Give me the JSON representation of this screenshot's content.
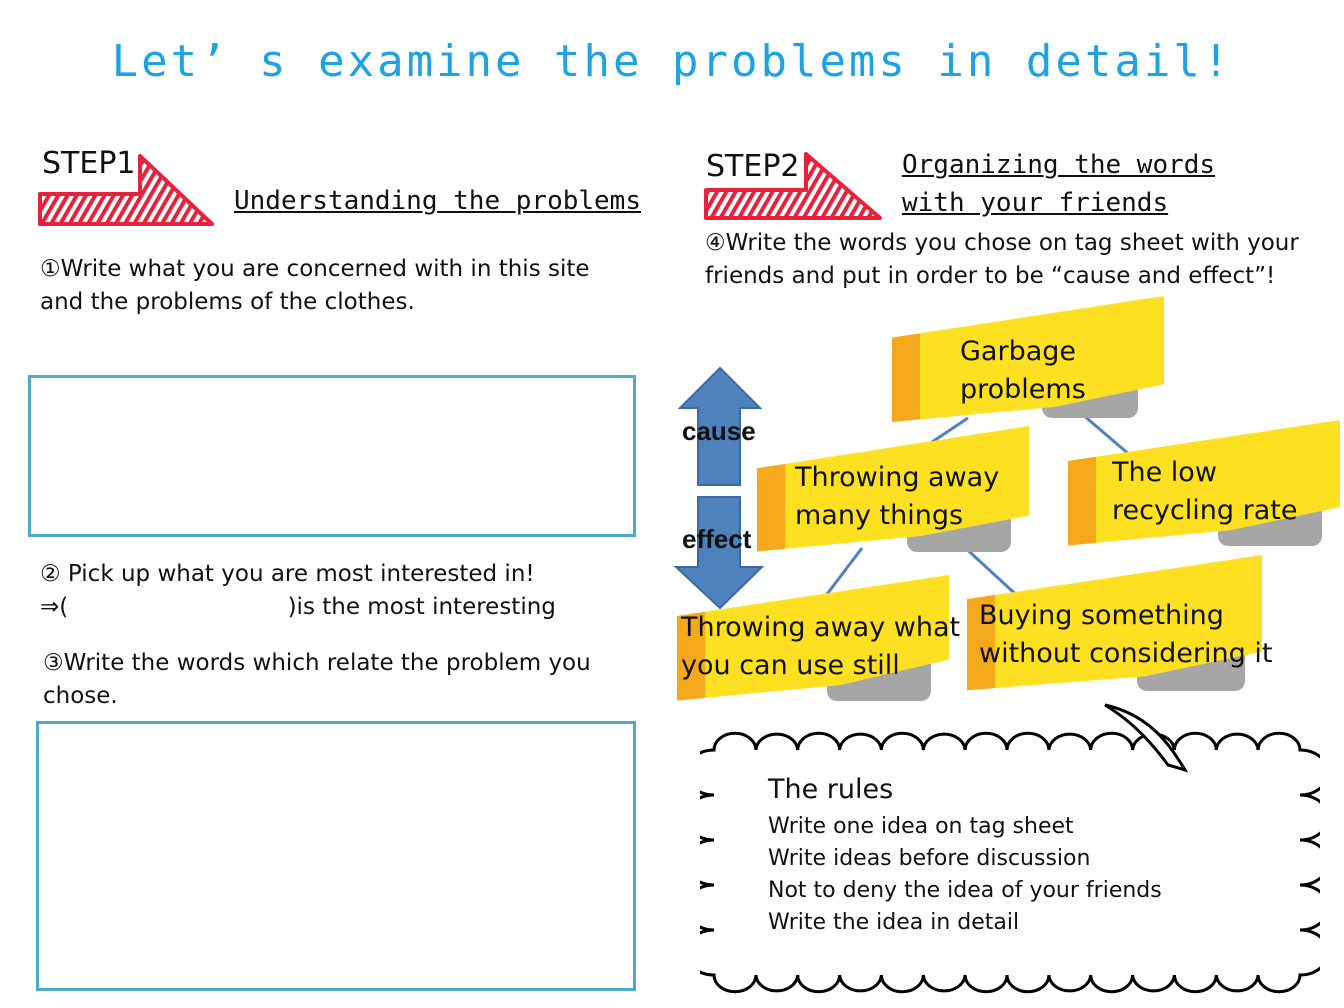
{
  "title": "Let’ s examine the problems in detail!",
  "step1": {
    "label": "STEP1",
    "heading": "Understanding the problems",
    "q1": "①Write what you are concerned with in this site",
    "q1b": "and the problems of the clothes.",
    "q2": "② Pick up what you are most interested in!",
    "q2b": "⇒(                              )is the most interesting",
    "q3": "③Write the words which relate the problem you",
    "q3b": "chose."
  },
  "step2": {
    "label": "STEP2",
    "heading1": "Organizing the words",
    "heading2": "with your friends",
    "q4": "④Write the words you chose on tag sheet with your",
    "q4b": "friends and put in order to be “cause and effect”!"
  },
  "arrow": {
    "cause": "cause",
    "effect": "effect",
    "color": "#4f81bd"
  },
  "notes": [
    {
      "l1": "Garbage",
      "l2": "problems"
    },
    {
      "l1": "Throwing away",
      "l2": "many things"
    },
    {
      "l1": "The low",
      "l2": "recycling rate"
    },
    {
      "l1": "Throwing away what",
      "l2": "you can use still"
    },
    {
      "l1": "Buying something",
      "l2": "without considering it"
    }
  ],
  "rules": {
    "title": "The rules",
    "items": [
      "Write one idea  on tag sheet",
      "Write ideas before discussion",
      "Not to deny the idea  of your friends",
      "Write the idea in detail"
    ]
  }
}
